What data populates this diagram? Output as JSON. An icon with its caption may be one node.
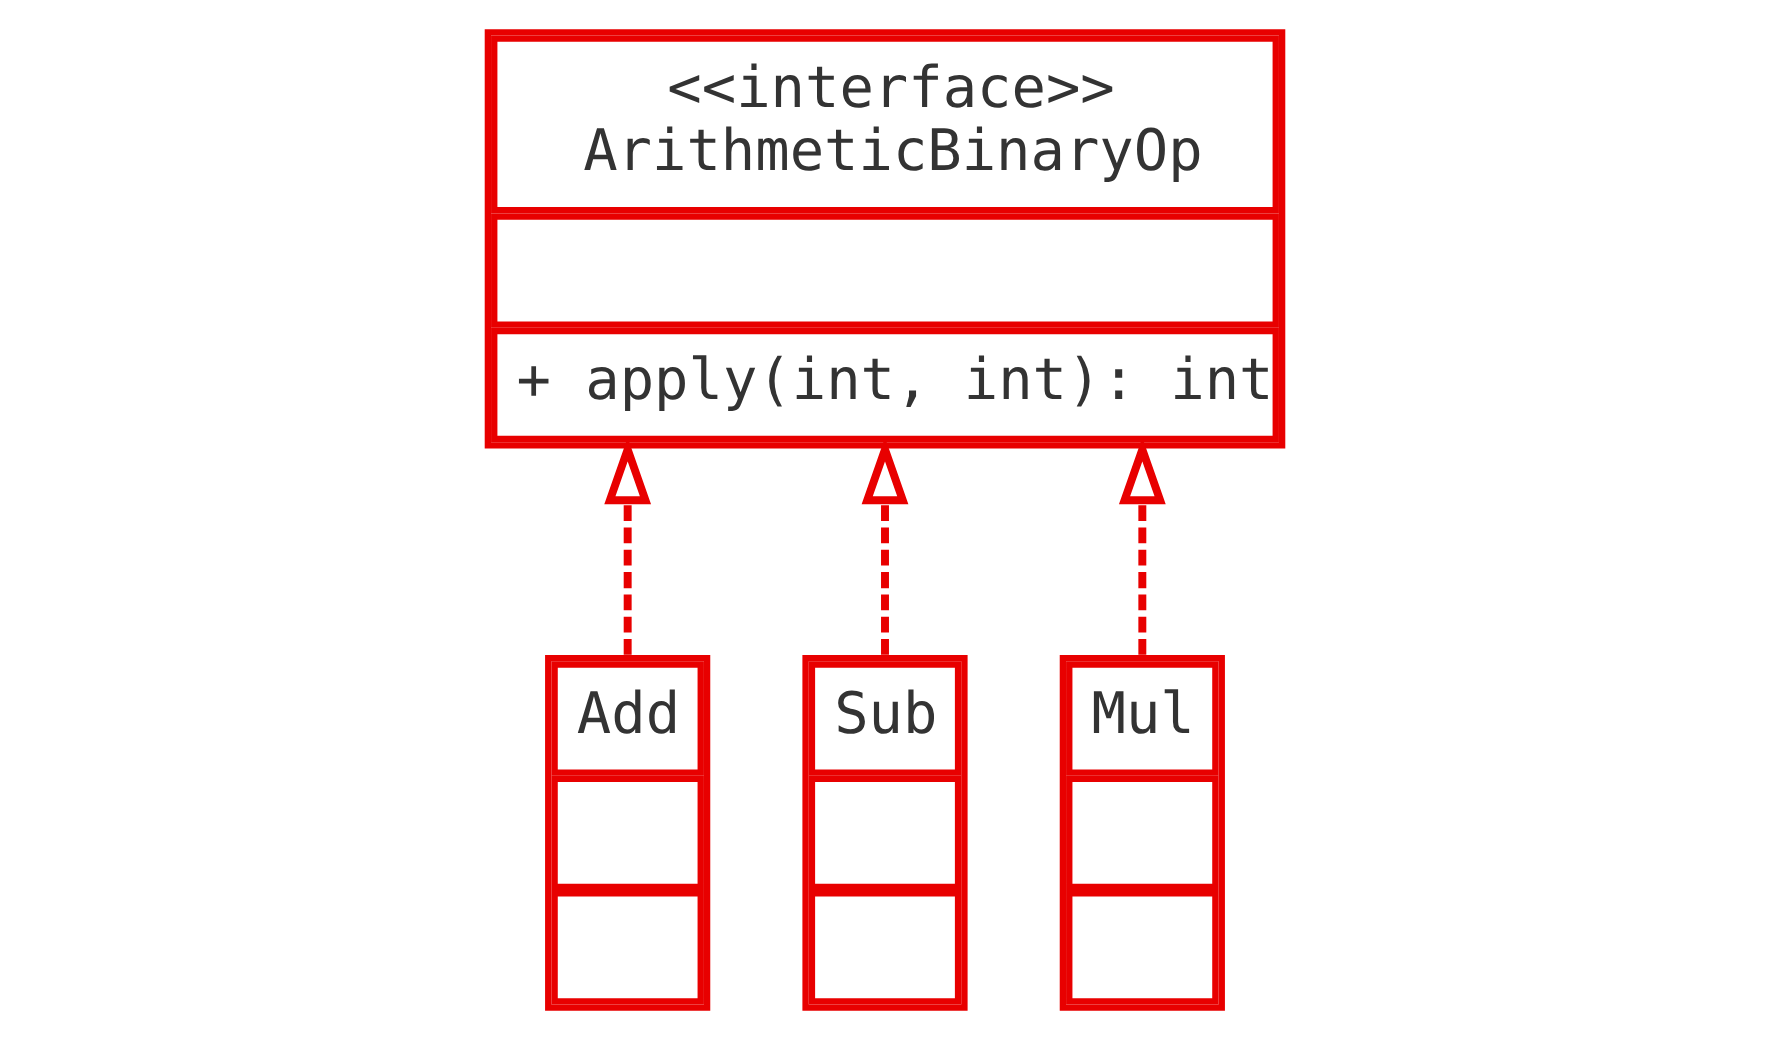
{
  "diagram": {
    "nodes": [
      {
        "text": [
          "<<interface>>",
          "ArithmeticBinaryOp",
          "+ apply(int, int): int"
        ]
      },
      {
        "text": [
          "Add"
        ]
      },
      {
        "text": [
          "Sub"
        ]
      },
      {
        "text": [
          "Mul"
        ]
      }
    ],
    "edges": [
      {
        "from": 1,
        "to": 0,
        "arrow": "to",
        "style": "dashed"
      },
      {
        "from": 2,
        "to": 0,
        "arrow": "to",
        "style": "dashed"
      },
      {
        "from": 3,
        "to": 0,
        "arrow": "to",
        "style": "dashed"
      }
    ]
  }
}
